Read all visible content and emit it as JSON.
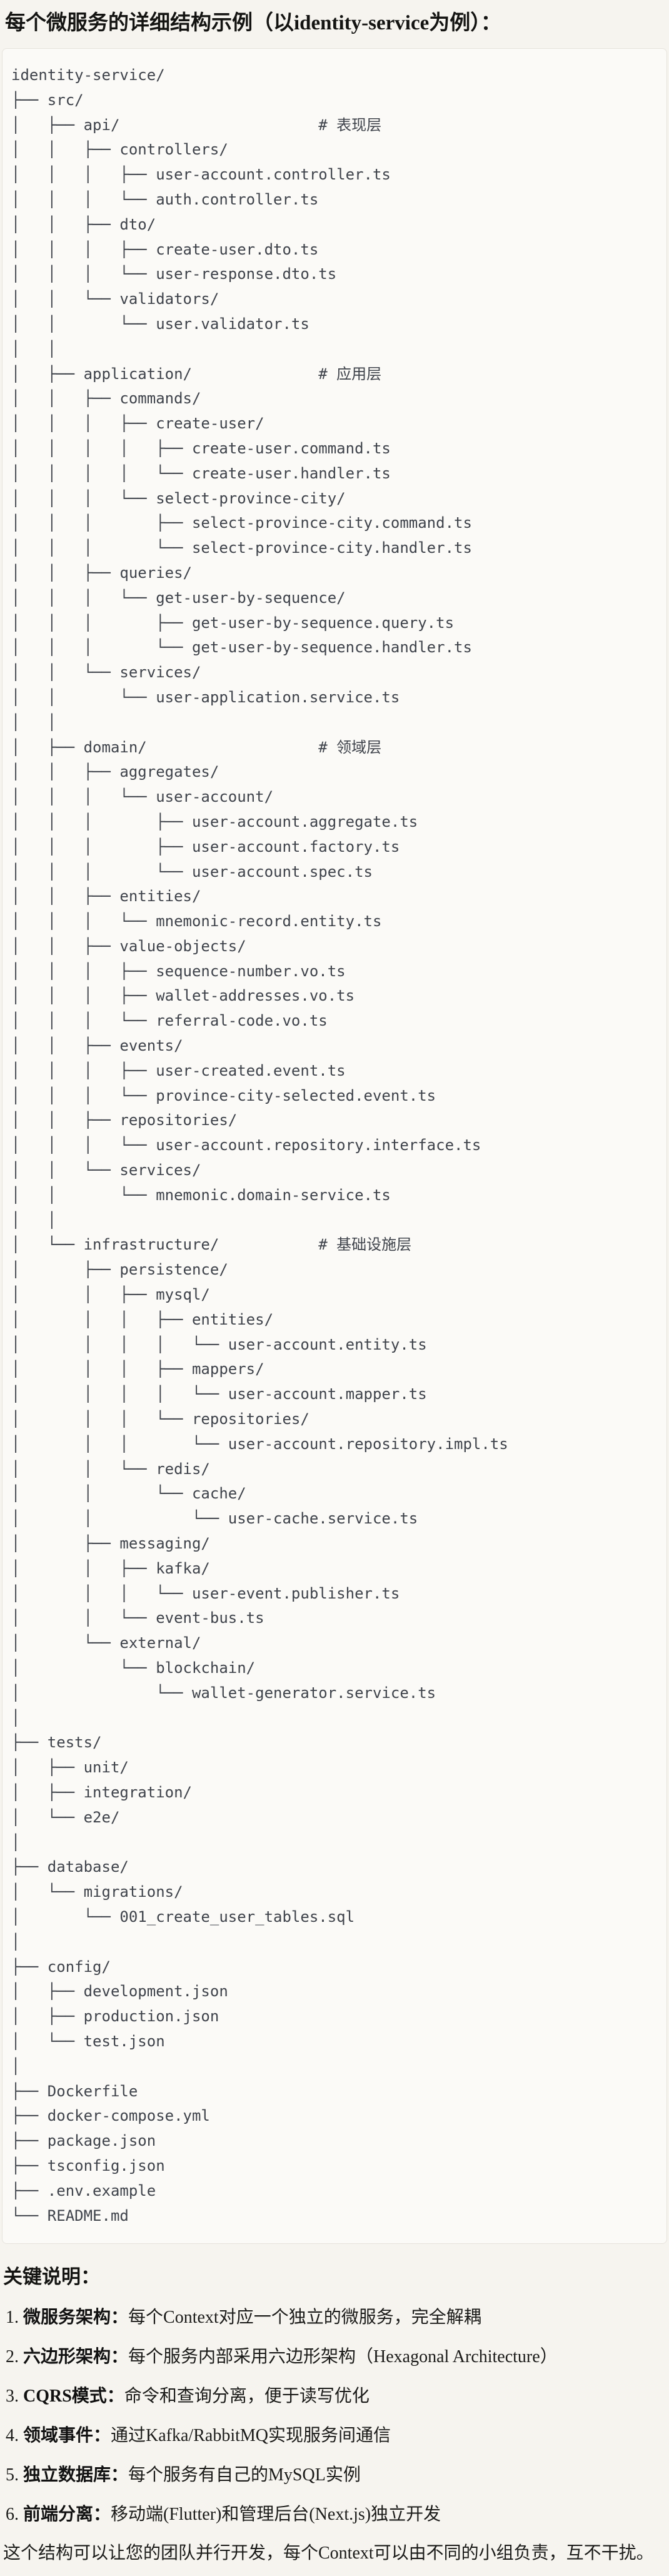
{
  "title": "每个微服务的详细结构示例（以identity-service为例）：",
  "tree": {
    "lines": [
      "identity-service/",
      "├── src/",
      "│   ├── api/                      # 表现层",
      "│   │   ├── controllers/",
      "│   │   │   ├── user-account.controller.ts",
      "│   │   │   └── auth.controller.ts",
      "│   │   ├── dto/",
      "│   │   │   ├── create-user.dto.ts",
      "│   │   │   └── user-response.dto.ts",
      "│   │   └── validators/",
      "│   │       └── user.validator.ts",
      "│   │",
      "│   ├── application/              # 应用层",
      "│   │   ├── commands/",
      "│   │   │   ├── create-user/",
      "│   │   │   │   ├── create-user.command.ts",
      "│   │   │   │   └── create-user.handler.ts",
      "│   │   │   └── select-province-city/",
      "│   │   │       ├── select-province-city.command.ts",
      "│   │   │       └── select-province-city.handler.ts",
      "│   │   ├── queries/",
      "│   │   │   └── get-user-by-sequence/",
      "│   │   │       ├── get-user-by-sequence.query.ts",
      "│   │   │       └── get-user-by-sequence.handler.ts",
      "│   │   └── services/",
      "│   │       └── user-application.service.ts",
      "│   │",
      "│   ├── domain/                   # 领域层",
      "│   │   ├── aggregates/",
      "│   │   │   └── user-account/",
      "│   │   │       ├── user-account.aggregate.ts",
      "│   │   │       ├── user-account.factory.ts",
      "│   │   │       └── user-account.spec.ts",
      "│   │   ├── entities/",
      "│   │   │   └── mnemonic-record.entity.ts",
      "│   │   ├── value-objects/",
      "│   │   │   ├── sequence-number.vo.ts",
      "│   │   │   ├── wallet-addresses.vo.ts",
      "│   │   │   └── referral-code.vo.ts",
      "│   │   ├── events/",
      "│   │   │   ├── user-created.event.ts",
      "│   │   │   └── province-city-selected.event.ts",
      "│   │   ├── repositories/",
      "│   │   │   └── user-account.repository.interface.ts",
      "│   │   └── services/",
      "│   │       └── mnemonic.domain-service.ts",
      "│   │",
      "│   └── infrastructure/           # 基础设施层",
      "│       ├── persistence/",
      "│       │   ├── mysql/",
      "│       │   │   ├── entities/",
      "│       │   │   │   └── user-account.entity.ts",
      "│       │   │   ├── mappers/",
      "│       │   │   │   └── user-account.mapper.ts",
      "│       │   │   └── repositories/",
      "│       │   │       └── user-account.repository.impl.ts",
      "│       │   └── redis/",
      "│       │       └── cache/",
      "│       │           └── user-cache.service.ts",
      "│       ├── messaging/",
      "│       │   ├── kafka/",
      "│       │   │   └── user-event.publisher.ts",
      "│       │   └── event-bus.ts",
      "│       └── external/",
      "│           └── blockchain/",
      "│               └── wallet-generator.service.ts",
      "│",
      "├── tests/",
      "│   ├── unit/",
      "│   ├── integration/",
      "│   └── e2e/",
      "│",
      "├── database/",
      "│   └── migrations/",
      "│       └── 001_create_user_tables.sql",
      "│",
      "├── config/",
      "│   ├── development.json",
      "│   ├── production.json",
      "│   └── test.json",
      "│",
      "├── Dockerfile",
      "├── docker-compose.yml",
      "├── package.json",
      "├── tsconfig.json",
      "├── .env.example",
      "└── README.md"
    ]
  },
  "notes": {
    "heading": "关键说明：",
    "items": [
      {
        "number": "1.",
        "term": "微服务架构",
        "colon": "：",
        "desc": "每个Context对应一个独立的微服务，完全解耦"
      },
      {
        "number": "2.",
        "term": "六边形架构",
        "colon": "：",
        "desc": "每个服务内部采用六边形架构（Hexagonal Architecture）"
      },
      {
        "number": "3.",
        "term": "CQRS模式",
        "colon": "：",
        "desc": "命令和查询分离，便于读写优化"
      },
      {
        "number": "4.",
        "term": "领域事件",
        "colon": "：",
        "desc": "通过Kafka/RabbitMQ实现服务间通信"
      },
      {
        "number": "5.",
        "term": "独立数据库",
        "colon": "：",
        "desc": "每个服务有自己的MySQL实例"
      },
      {
        "number": "6.",
        "term": "前端分离",
        "colon": "：",
        "desc": "移动端(Flutter)和管理后台(Next.js)独立开发"
      }
    ],
    "footer": "这个结构可以让您的团队并行开发，每个Context可以由不同的小组负责，互不干扰。"
  },
  "colors": {
    "page_background": "#f6f4ef",
    "code_block_background": "#fbfaf7",
    "code_block_border": "#e6e3dc",
    "tree_text": "#3f434b",
    "body_text": "#1b1b19"
  }
}
